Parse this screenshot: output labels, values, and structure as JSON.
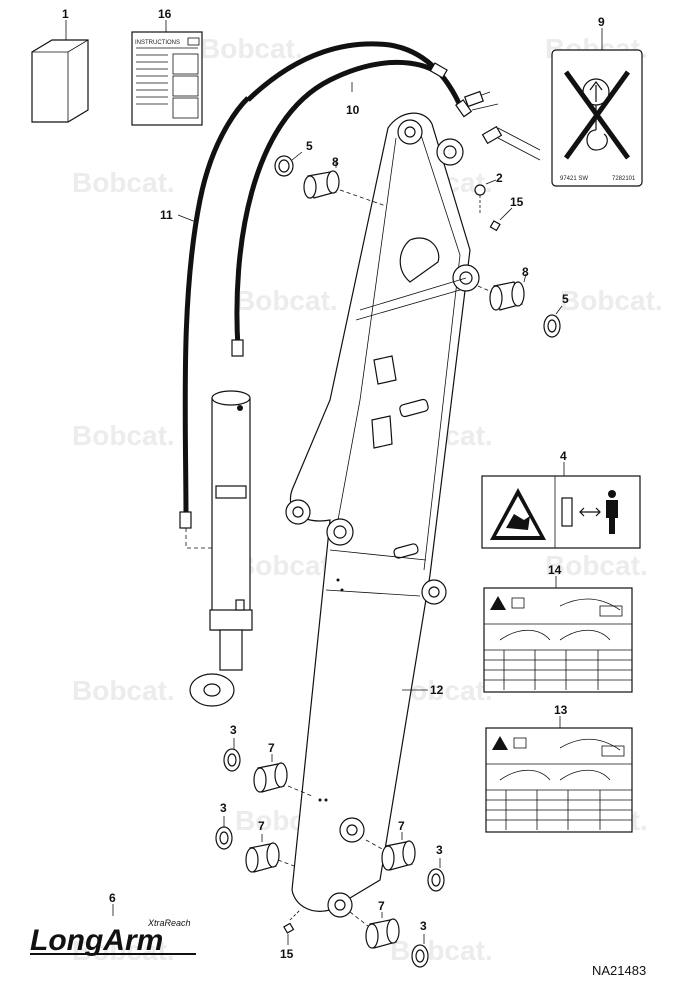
{
  "callouts": {
    "c1": "1",
    "c2": "2",
    "c3a": "3",
    "c3b": "3",
    "c3c": "3",
    "c3d": "3",
    "c4": "4",
    "c5a": "5",
    "c5b": "5",
    "c6": "6",
    "c7a": "7",
    "c7b": "7",
    "c7c": "7",
    "c7d": "7",
    "c8a": "8",
    "c8b": "8",
    "c9": "9",
    "c10": "10",
    "c11": "11",
    "c12": "12",
    "c13": "13",
    "c14": "14",
    "c15a": "15",
    "c15b": "15",
    "c16": "16"
  },
  "watermark": "Bobcat.",
  "instructions_label": "INSTRUCTIONS",
  "decal9": {
    "left_code": "97421 SW",
    "right_code": "7282101"
  },
  "logo": {
    "main": "LongArm",
    "sub": "XtraReach"
  },
  "reference_number": "NA21483",
  "colors": {
    "ink": "#111111",
    "watermark": "#ececec",
    "paper": "#ffffff"
  }
}
